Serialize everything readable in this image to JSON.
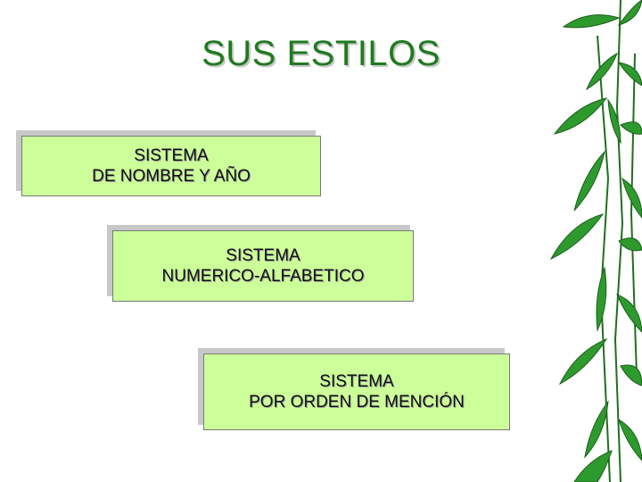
{
  "slide": {
    "title": "SUS ESTILOS",
    "boxes": [
      {
        "line1": "SISTEMA",
        "line2": "DE NOMBRE Y AÑO"
      },
      {
        "line1": "SISTEMA",
        "line2": "NUMERICO-ALFABETICO"
      },
      {
        "line1": "SISTEMA",
        "line2": "POR ORDEN DE MENCIÓN"
      }
    ]
  },
  "colors": {
    "title": "#1f7a1f",
    "box_fill": "#ccff99",
    "box_shadow": "#c8c8c8",
    "bamboo_leaf": "#2e9a2e"
  },
  "decoration": {
    "side_image": "bamboo-leaves-icon"
  }
}
